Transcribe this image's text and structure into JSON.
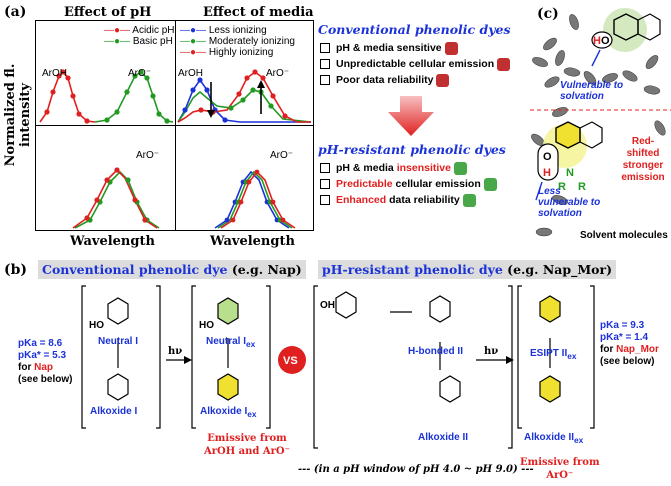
{
  "panel_a": {
    "label": "(a)",
    "title_ph": "Effect of pH",
    "title_media": "Effect of media",
    "y_axis": "Normalized fl. intensity",
    "x_axis_left": "Wavelength",
    "x_axis_right": "Wavelength",
    "legend_ph": [
      "Acidic pH",
      "Basic pH"
    ],
    "legend_media": [
      "Less ionizing",
      "Moderately ionizing",
      "Highly ionizing"
    ],
    "label_aroh": "ArOH",
    "label_aro": "ArO⁻",
    "conventional": {
      "heading": "Conventional phenolic dyes",
      "items": [
        "pH & media sensitive",
        "Unpredictable cellular emission",
        "Poor data reliability"
      ]
    },
    "resistant": {
      "heading": "pH-resistant phenolic dyes",
      "item1_a": "pH & media ",
      "item1_b": "insensitive",
      "item2_a": "Predictable",
      "item2_b": " cellular emission",
      "item3_a": "Enhanced",
      "item3_b": " data reliability"
    },
    "colors": {
      "acidic": "#e02020",
      "basic": "#229a22",
      "less": "#1a32d8",
      "moderate": "#229a22",
      "high": "#e02020"
    }
  },
  "panel_c": {
    "label": "(c)",
    "vulnerable": "Vulnerable to solvation",
    "less_vulnerable": "Less vulnerable to solvation",
    "red_shift": "Red-shifted stronger emission",
    "solvent": "Solvent molecules"
  },
  "panel_b": {
    "label": "(b)",
    "conv_title": "Conventional phenolic dye",
    "conv_eg": "(e.g. Nap)",
    "res_title": "pH-resistant phenolic dye",
    "res_eg": "(e.g. Nap_Mor)",
    "neutral_i": "Neutral I",
    "alkoxide_i": "Alkoxide I",
    "neutral_iex": "Neutral I",
    "alkoxide_iex": "Alkoxide I",
    "ex": "ex",
    "hbonded": "H-bonded II",
    "alkoxide_ii": "Alkoxide II",
    "esipt": "ESIPT II",
    "alkoxide_iiex": "Alkoxide II",
    "hv": "hν",
    "vs": "VS",
    "nap_pka": "pKa = 8.6",
    "nap_pka_star": "pKa* = 5.3",
    "nap_for": "for",
    "nap_name": "Nap",
    "nap_see": "(see below)",
    "mor_pka": "pKa = 9.3",
    "mor_pka_star": "pKa* = 1.4",
    "mor_for": "for",
    "mor_name": "Nap_Mor",
    "mor_see": "(see below)",
    "emissive_left_1": "Emissive from",
    "emissive_left_2": "ArOH and ArO⁻",
    "emissive_right_1": "Emissive from",
    "emissive_right_2": "ArO⁻",
    "window_note": "--- (in a pH window of pH 4.0 ~ pH 9.0) ---"
  }
}
